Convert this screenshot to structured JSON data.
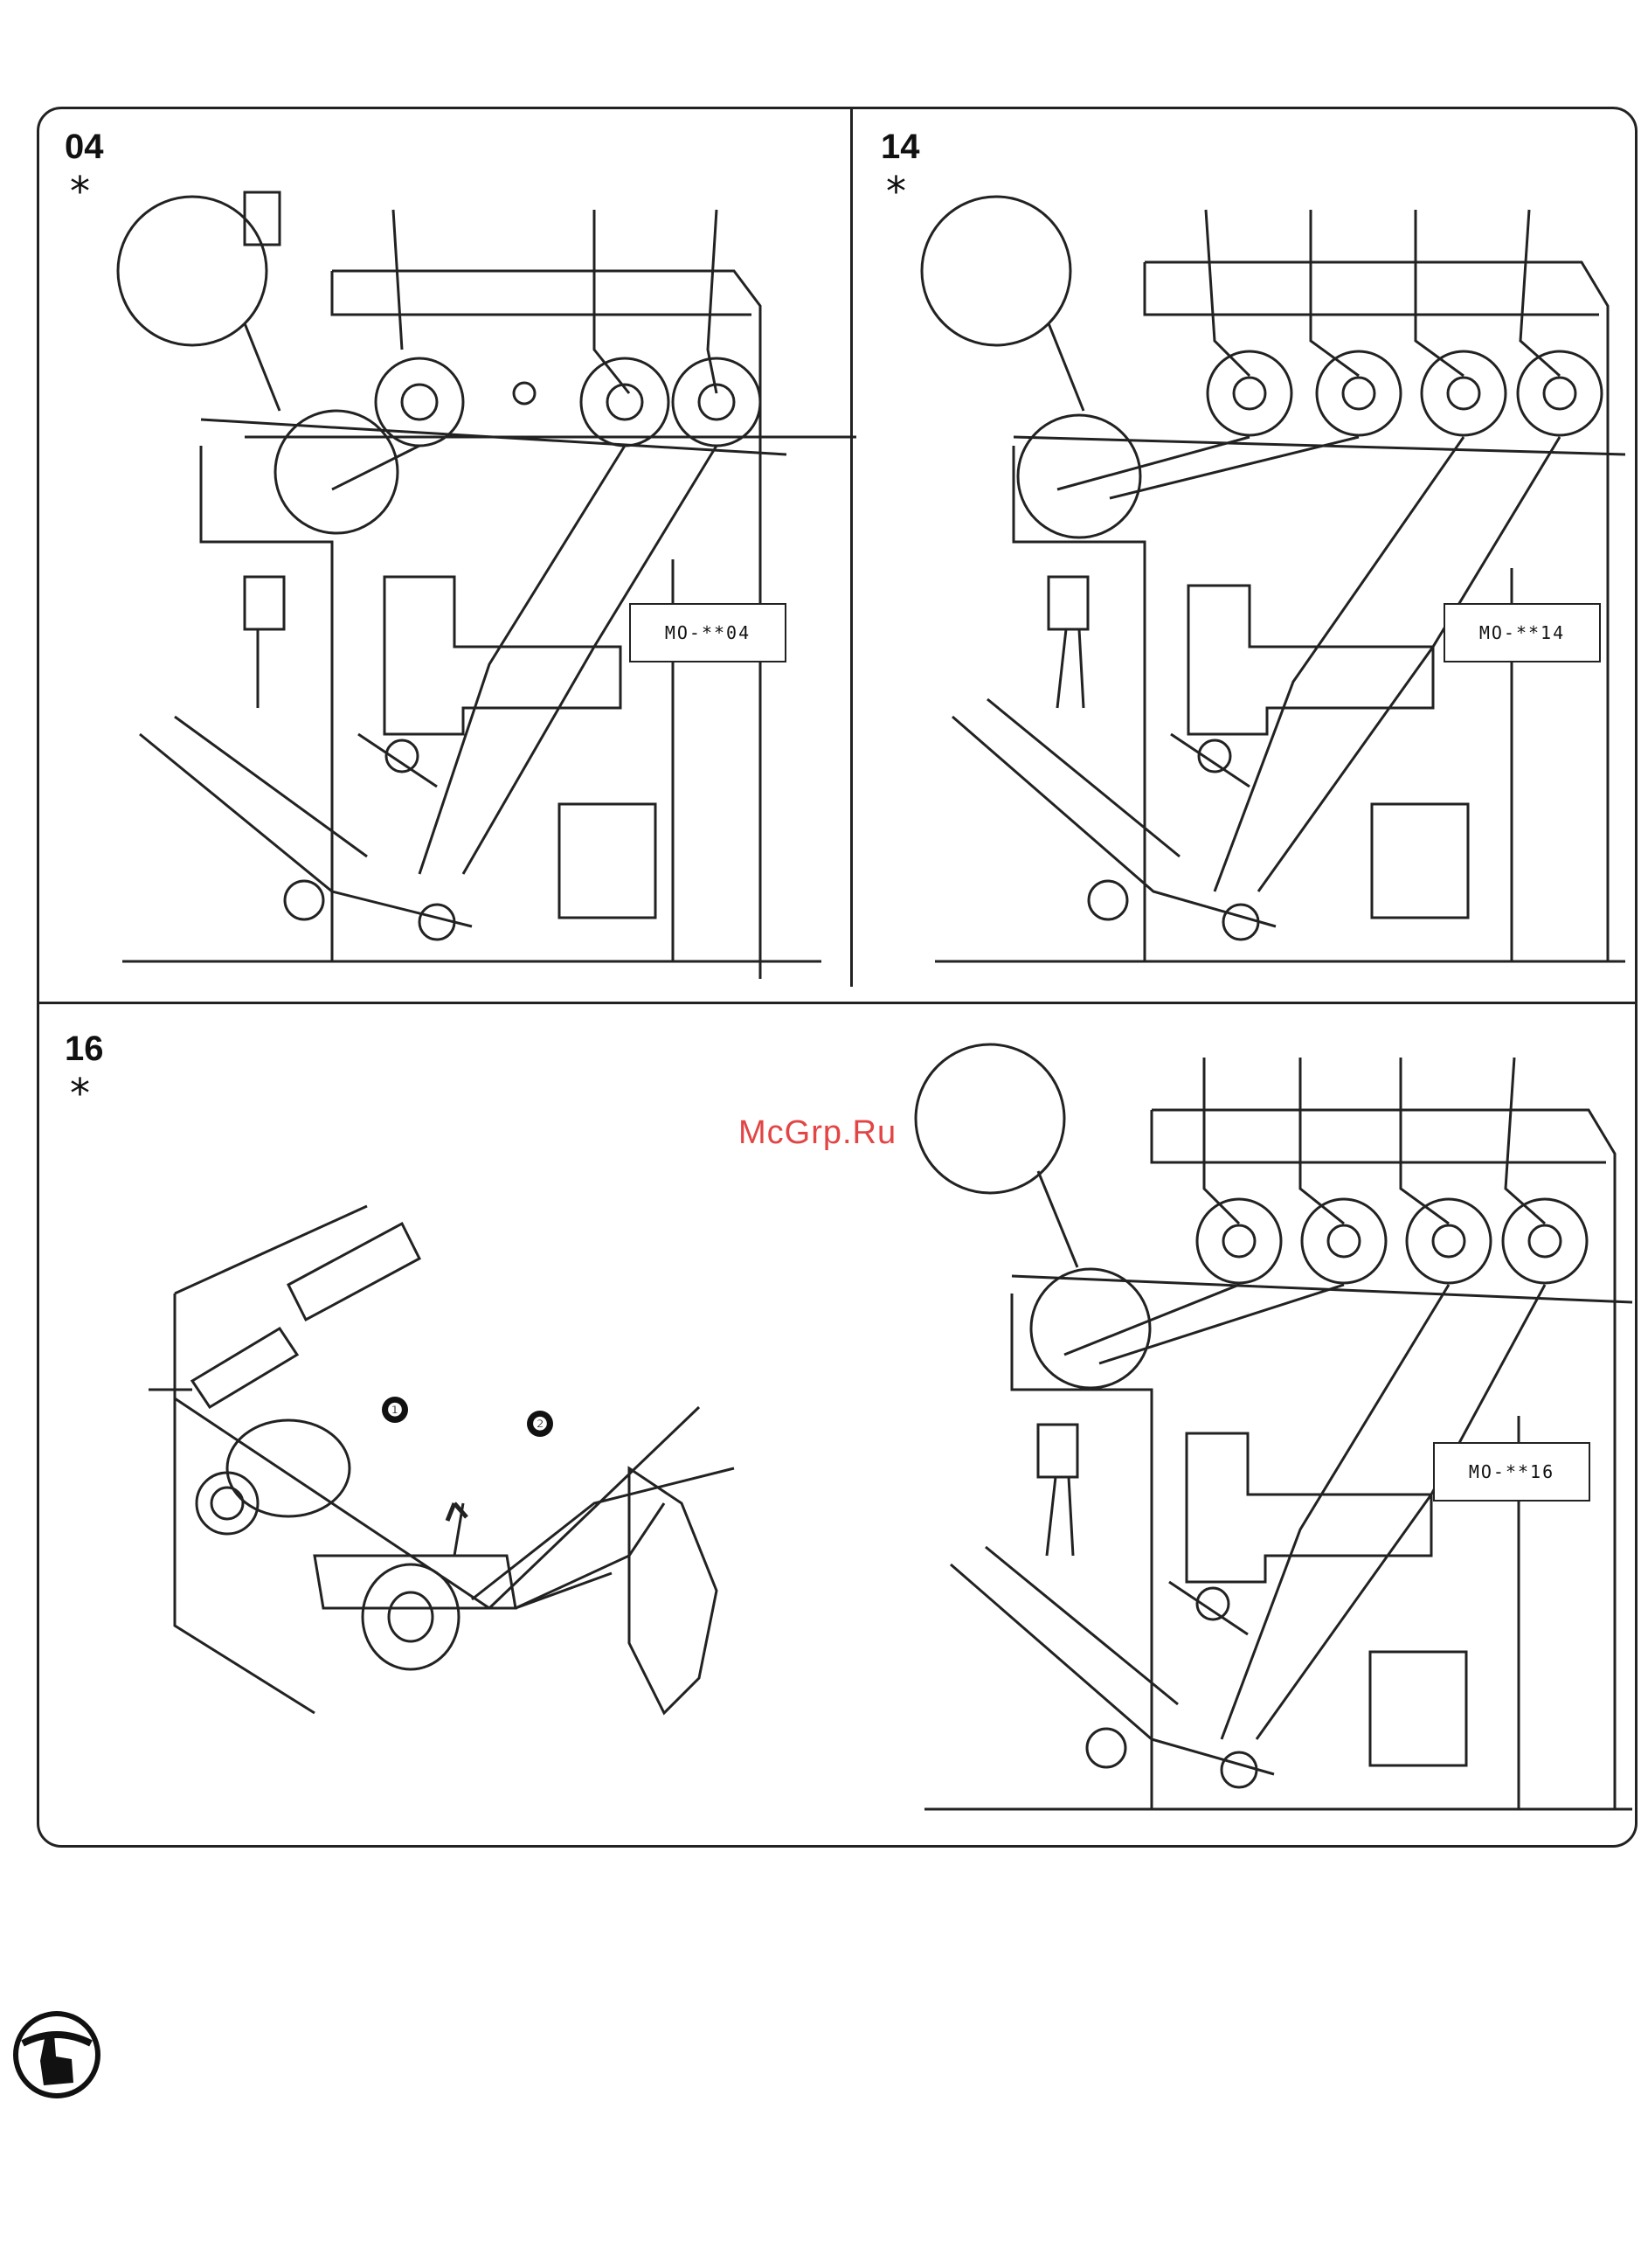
{
  "panels": [
    {
      "label": "04",
      "mark": "*",
      "model": "MO-**04"
    },
    {
      "label": "14",
      "mark": "*",
      "model": "MO-**14"
    },
    {
      "label": "16",
      "mark": "*",
      "model": "MO-**16"
    }
  ],
  "callouts": [
    "❶",
    "❷"
  ],
  "watermark": "McGrp.Ru",
  "caution_icon": "caution-hand-icon",
  "colors": {
    "ink": "#111111",
    "watermark": "#e23a3a"
  }
}
